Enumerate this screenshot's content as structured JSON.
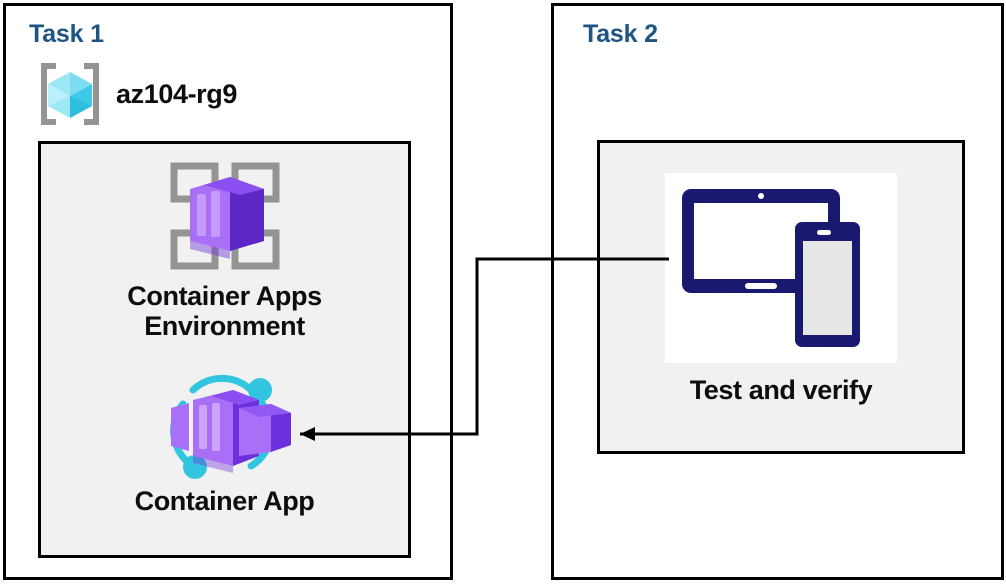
{
  "diagram": {
    "title_color": "#1f5582",
    "background": "#ffffff",
    "panel_fill": "#f1f1f1",
    "border_color": "#000000"
  },
  "task1": {
    "title": "Task 1",
    "resource_group": {
      "icon": "azure-resource-group-icon",
      "label": "az104-rg9",
      "cube_color_light": "#86e3f7",
      "cube_color_dark": "#32c5e0",
      "bracket_color": "#949494"
    },
    "nodes": [
      {
        "icon": "azure-container-apps-environment-icon",
        "caption": "Container Apps\nEnvironment",
        "accent_color": "#772ce8",
        "frame_color": "#949494"
      },
      {
        "icon": "azure-container-app-icon",
        "caption": "Container App",
        "accent_color": "#772ce8",
        "ring_color": "#32c5e0"
      }
    ]
  },
  "task2": {
    "title": "Task 2",
    "nodes": [
      {
        "icon": "devices-tablet-phone-icon",
        "caption": "Test and verify",
        "device_color": "#191970",
        "screen_color": "#e6e6e6",
        "art_background": "#ffffff"
      }
    ]
  },
  "connector": {
    "from": "test-and-verify",
    "to": "container-app",
    "style": "elbow-arrow",
    "color": "#000000",
    "arrowhead": "left"
  }
}
